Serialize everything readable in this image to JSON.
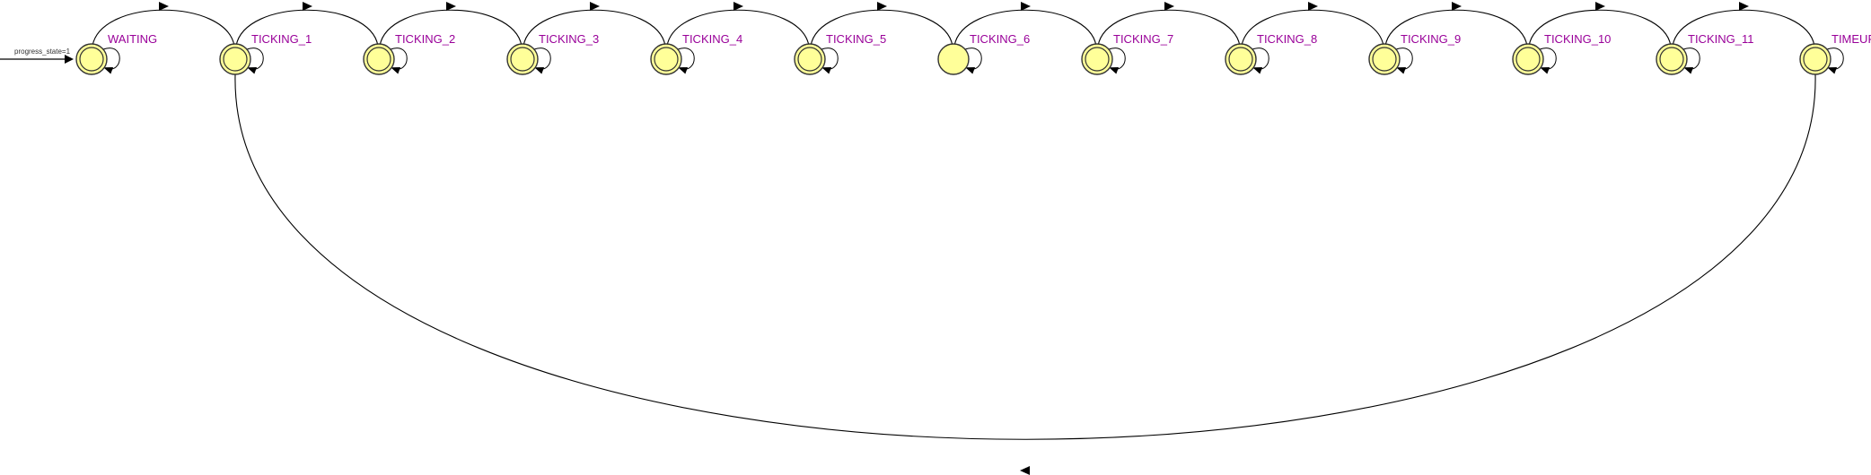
{
  "diagram": {
    "initial_input_label": "progress_state=1",
    "states": [
      {
        "name": "WAITING",
        "double_circle": true
      },
      {
        "name": "TICKING_1",
        "double_circle": true
      },
      {
        "name": "TICKING_2",
        "double_circle": true
      },
      {
        "name": "TICKING_3",
        "double_circle": true
      },
      {
        "name": "TICKING_4",
        "double_circle": true
      },
      {
        "name": "TICKING_5",
        "double_circle": true
      },
      {
        "name": "TICKING_6",
        "double_circle": false
      },
      {
        "name": "TICKING_7",
        "double_circle": true
      },
      {
        "name": "TICKING_8",
        "double_circle": true
      },
      {
        "name": "TICKING_9",
        "double_circle": true
      },
      {
        "name": "TICKING_10",
        "double_circle": true
      },
      {
        "name": "TICKING_11",
        "double_circle": true
      },
      {
        "name": "TIMEUP",
        "double_circle": true
      }
    ],
    "transitions": [
      {
        "from": "WAITING",
        "to": "TICKING_1"
      },
      {
        "from": "TICKING_1",
        "to": "TICKING_2"
      },
      {
        "from": "TICKING_2",
        "to": "TICKING_3"
      },
      {
        "from": "TICKING_3",
        "to": "TICKING_4"
      },
      {
        "from": "TICKING_4",
        "to": "TICKING_5"
      },
      {
        "from": "TICKING_5",
        "to": "TICKING_6"
      },
      {
        "from": "TICKING_6",
        "to": "TICKING_7"
      },
      {
        "from": "TICKING_7",
        "to": "TICKING_8"
      },
      {
        "from": "TICKING_8",
        "to": "TICKING_9"
      },
      {
        "from": "TICKING_9",
        "to": "TICKING_10"
      },
      {
        "from": "TICKING_10",
        "to": "TICKING_11"
      },
      {
        "from": "TICKING_11",
        "to": "TIMEUP"
      },
      {
        "from": "TIMEUP",
        "to": "TICKING_1"
      }
    ],
    "colors": {
      "state_fill": "#ffff99",
      "state_stroke": "#333333",
      "label": "#990099",
      "edge": "#000000"
    }
  }
}
